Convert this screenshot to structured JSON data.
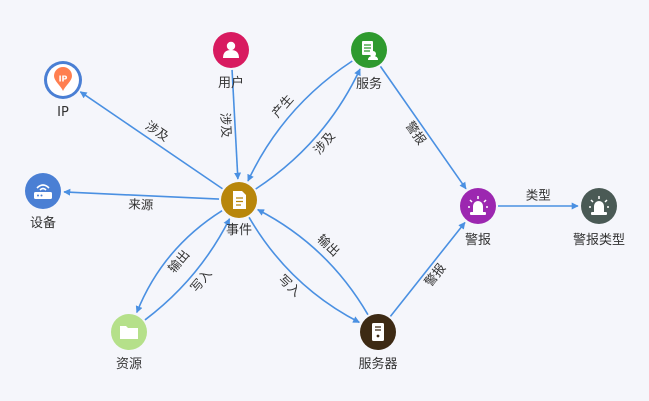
{
  "graph": {
    "edge_color": "#4a90e2",
    "nodes": [
      {
        "id": "ip",
        "label": "IP",
        "color": "#ff7f50",
        "icon": "ip-icon"
      },
      {
        "id": "user",
        "label": "用户",
        "color": "#d81b60",
        "icon": "user-icon"
      },
      {
        "id": "service",
        "label": "服务",
        "color": "#2e9a2e",
        "icon": "service-icon"
      },
      {
        "id": "device",
        "label": "设备",
        "color": "#4a7fd4",
        "icon": "router-icon"
      },
      {
        "id": "event",
        "label": "事件",
        "color": "#b8860b",
        "icon": "document-icon"
      },
      {
        "id": "alert",
        "label": "警报",
        "color": "#9c27b0",
        "icon": "alarm-icon"
      },
      {
        "id": "alert_type",
        "label": "警报类型",
        "color": "#4a5a55",
        "icon": "alarm-icon"
      },
      {
        "id": "resource",
        "label": "资源",
        "color": "#b5e08a",
        "icon": "folder-icon"
      },
      {
        "id": "server",
        "label": "服务器",
        "color": "#3d2a14",
        "icon": "server-icon"
      }
    ],
    "edges": [
      {
        "source": "event",
        "target": "ip",
        "label": "涉及"
      },
      {
        "source": "user",
        "target": "event",
        "label": "涉及"
      },
      {
        "source": "service",
        "target": "event",
        "label": "产生"
      },
      {
        "source": "event",
        "target": "service",
        "label": "涉及"
      },
      {
        "source": "event",
        "target": "device",
        "label": "来源"
      },
      {
        "source": "event",
        "target": "resource",
        "label": "输出"
      },
      {
        "source": "resource",
        "target": "event",
        "label": "写入"
      },
      {
        "source": "event",
        "target": "server",
        "label": "写入"
      },
      {
        "source": "server",
        "target": "event",
        "label": "输出"
      },
      {
        "source": "service",
        "target": "alert",
        "label": "警报"
      },
      {
        "source": "server",
        "target": "alert",
        "label": "警报"
      },
      {
        "source": "alert",
        "target": "alert_type",
        "label": "类型"
      }
    ]
  }
}
